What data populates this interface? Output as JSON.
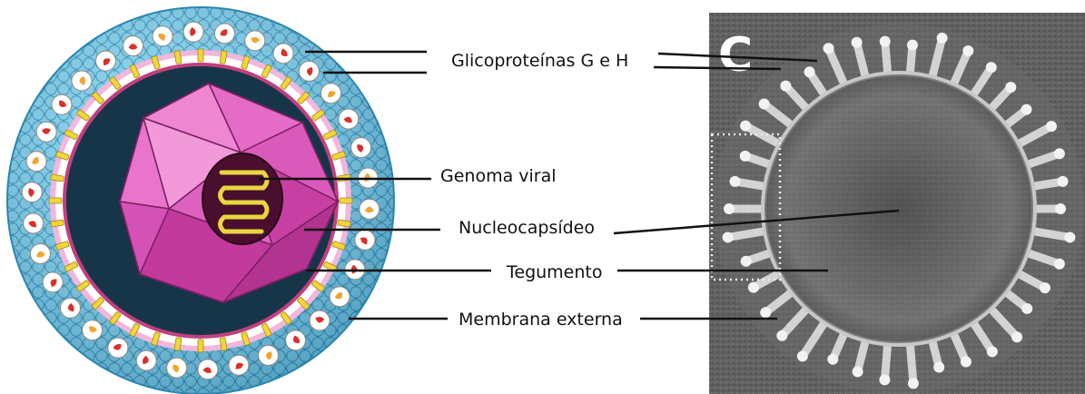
{
  "figure": {
    "panel_letter": "C",
    "labels": {
      "glycoproteins": "Glicoproteínas G e H",
      "genome": "Genoma viral",
      "nucleocapsid": "Nucleocapsídeo",
      "tegument": "Tegumento",
      "outer_membrane": "Membrana externa"
    }
  },
  "colors": {
    "envelope_blue": "#4fb8dc",
    "capsid_magenta": "#e05fbf",
    "tegument_dark": "#173548",
    "genome_yellow": "#f0e043",
    "em_background": "#585858"
  }
}
